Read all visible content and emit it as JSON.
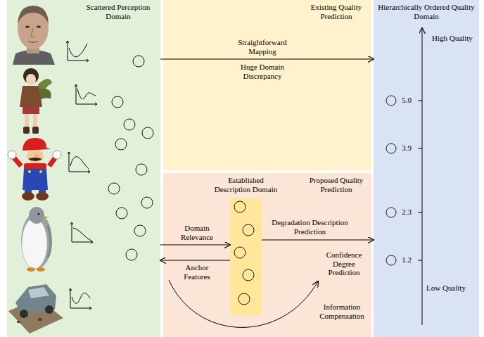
{
  "diagram": {
    "nodes": [
      {
        "text": [
          "Scattered Perception Domain"
        ]
      },
      {
        "text": [
          "Existing Quality Prediction"
        ]
      },
      {
        "text": [
          "Proposed Quality Prediction"
        ]
      },
      {
        "text": [
          "Hierarchically Ordered Quality Domain"
        ]
      },
      {
        "text": [
          "Established Description Domain"
        ],
        "in": 2
      }
    ],
    "edges": [
      {
        "from": 0,
        "to": 3,
        "arrow": "to",
        "label": "Straightforward Mapping"
      },
      {
        "from": 0,
        "to": 4,
        "arrow": "to",
        "label": "Domain Relevance"
      },
      {
        "from": 4,
        "to": 0,
        "arrow": "to",
        "label": "Anchor Features"
      },
      {
        "from": 4,
        "to": 3,
        "arrow": "to",
        "label": "Degradation Description Prediction"
      }
    ],
    "labels": [
      "Huge Domain Discrepancy",
      "Confidence Degree Prediction",
      "Information Compensation",
      "High Quality",
      "5.0",
      "3.9",
      "2.3",
      "1.2",
      "Low Quality"
    ]
  }
}
